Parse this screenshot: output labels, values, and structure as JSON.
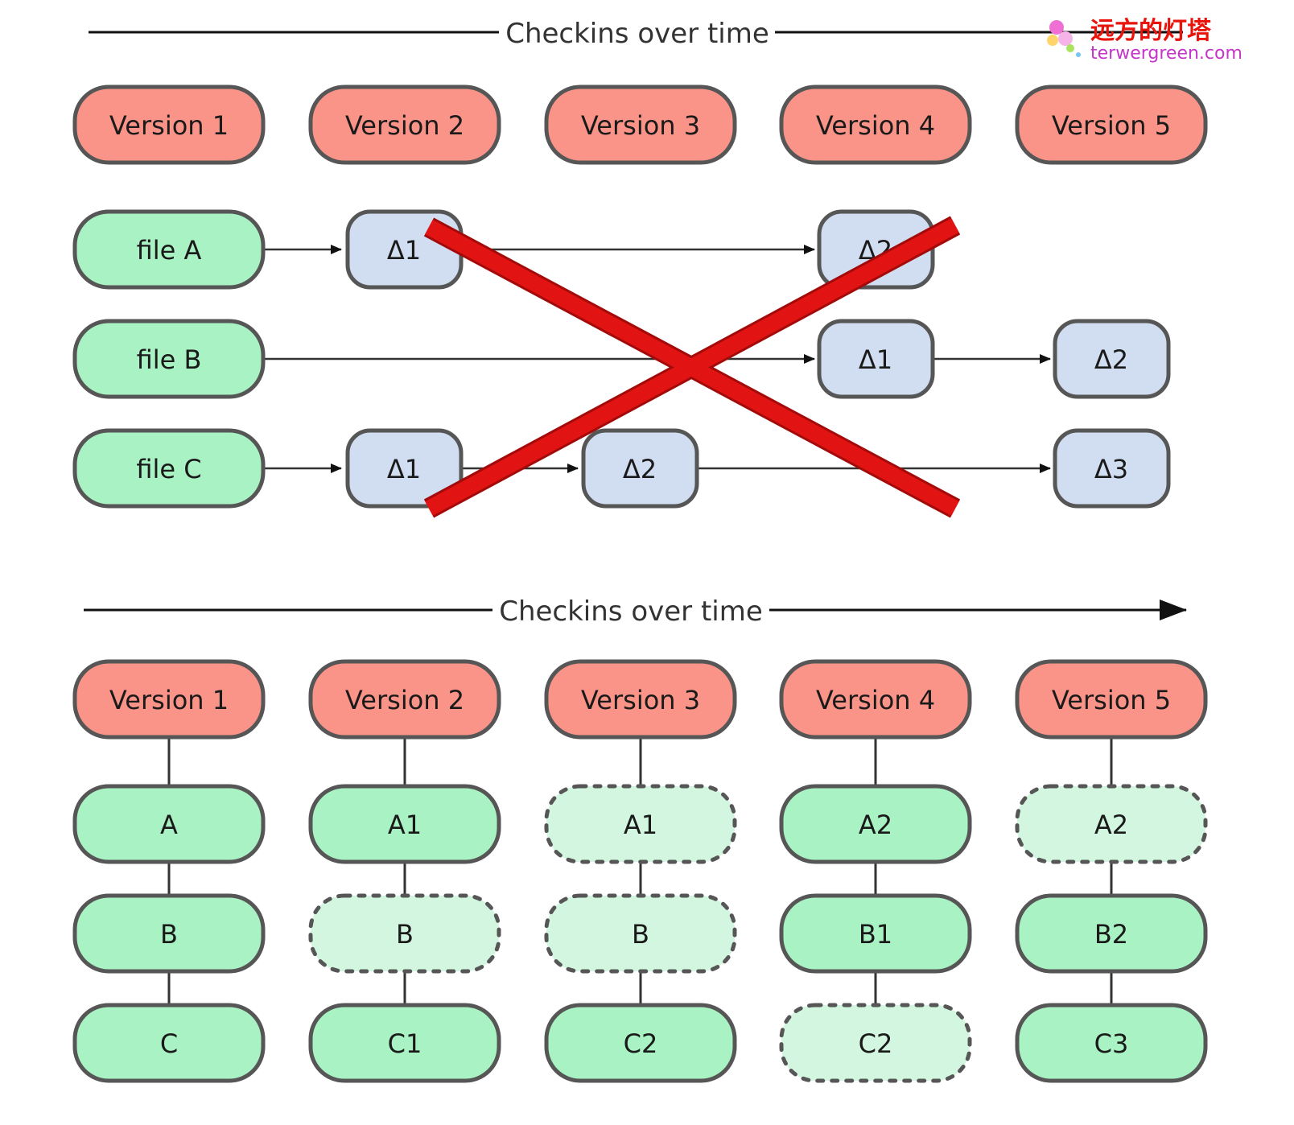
{
  "top": {
    "title": "Checkins over time",
    "versions": [
      "Version 1",
      "Version 2",
      "Version 3",
      "Version 4",
      "Version 5"
    ],
    "files": [
      "file A",
      "file B",
      "file C"
    ],
    "deltas": {
      "fileA": [
        "Δ1",
        "Δ2"
      ],
      "fileB": [
        "Δ1",
        "Δ2"
      ],
      "fileC": [
        "Δ1",
        "Δ2",
        "Δ3"
      ]
    }
  },
  "bottom": {
    "title": "Checkins over time",
    "versions": [
      "Version 1",
      "Version 2",
      "Version 3",
      "Version 4",
      "Version 5"
    ],
    "snapshots": [
      [
        "A",
        "B",
        "C"
      ],
      [
        "A1",
        "B",
        "C1"
      ],
      [
        "A1",
        "B",
        "C2"
      ],
      [
        "A2",
        "B1",
        "C2"
      ],
      [
        "A2",
        "B2",
        "C3"
      ]
    ],
    "unchanged": [
      [
        false,
        false,
        false
      ],
      [
        false,
        true,
        false
      ],
      [
        true,
        true,
        false
      ],
      [
        false,
        false,
        true
      ],
      [
        true,
        false,
        false
      ]
    ]
  },
  "watermark": {
    "chinese": "远方的灯塔",
    "site": "terwergreen.com"
  },
  "colors": {
    "version_fill": "#fb9488",
    "file_fill": "#a9f2c3",
    "delta_fill": "#d1def2",
    "unchanged_fill": "#d2f6df",
    "stroke": "#565656",
    "cross": "#e11313"
  }
}
